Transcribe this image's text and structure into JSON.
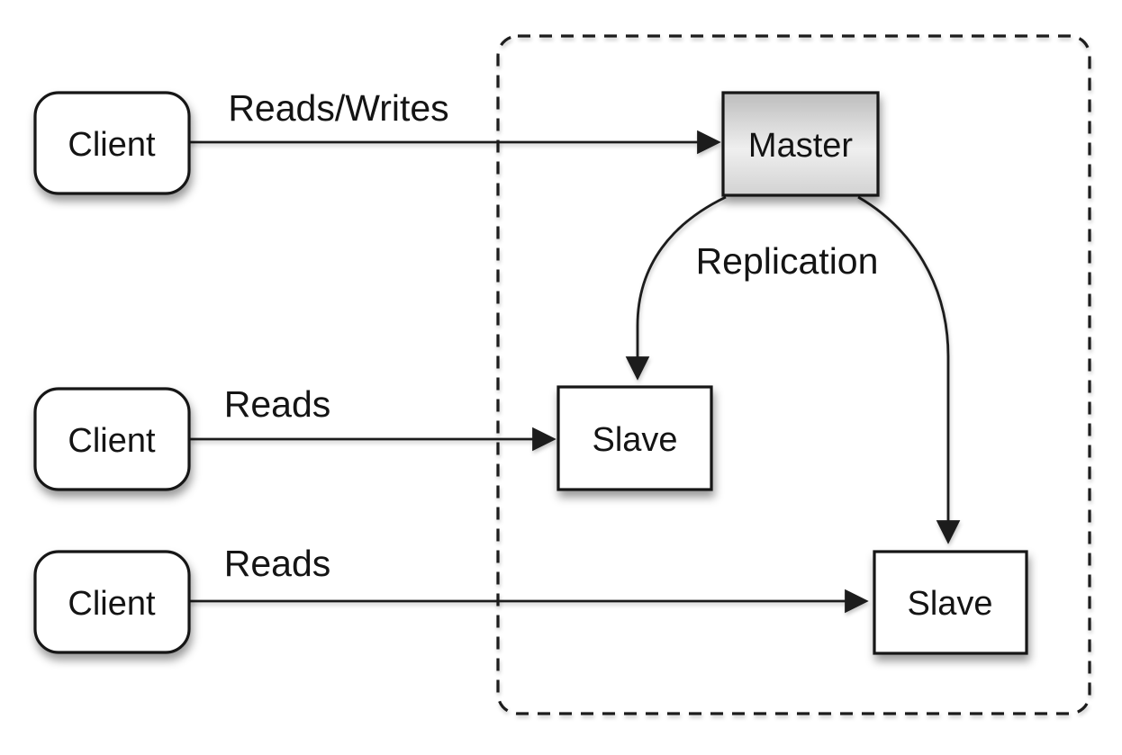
{
  "nodes": {
    "client1": {
      "label": "Client"
    },
    "client2": {
      "label": "Client"
    },
    "client3": {
      "label": "Client"
    },
    "master": {
      "label": "Master"
    },
    "slave1": {
      "label": "Slave"
    },
    "slave2": {
      "label": "Slave"
    }
  },
  "edges": {
    "client1_to_master": {
      "label": "Reads/Writes"
    },
    "client2_to_slave1": {
      "label": "Reads"
    },
    "client3_to_slave2": {
      "label": "Reads"
    },
    "master_to_slaves": {
      "label": "Replication"
    }
  },
  "colors": {
    "line": "#1c1c1c",
    "text": "#141414",
    "node_fill": "#ffffff",
    "node_border": "#161616",
    "master_gradient_top": "#bdbdbd",
    "master_gradient_middle": "#efefef",
    "master_gradient_bottom": "#d2d2d2",
    "background": "#ffffff"
  }
}
